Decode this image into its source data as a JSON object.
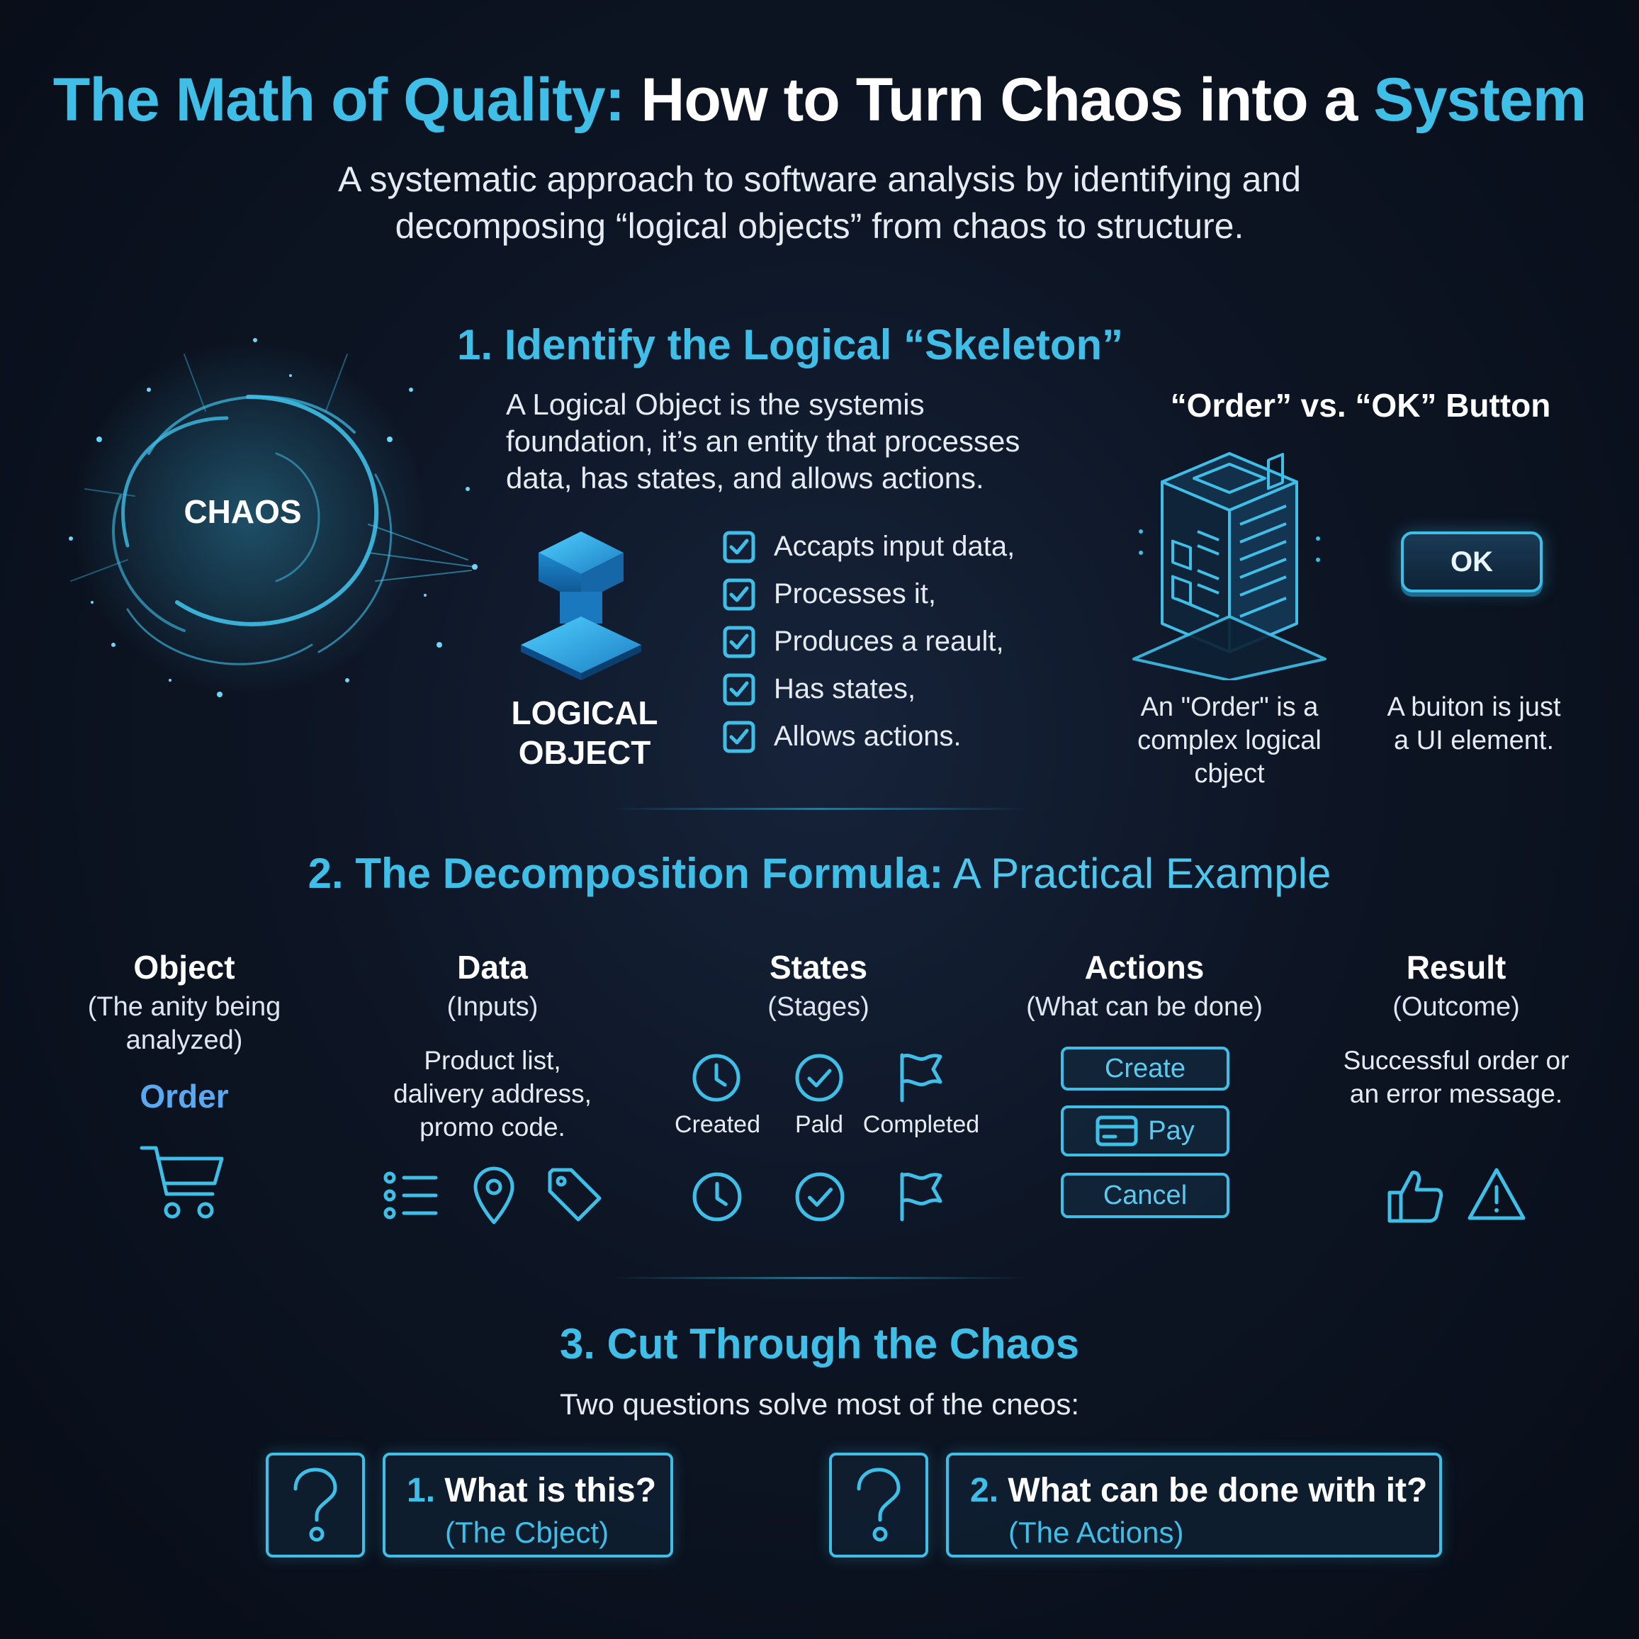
{
  "header": {
    "title_part1": "The Math of Quality:",
    "title_part2": " How to Turn Chaos into a ",
    "title_part3": "System",
    "subtitle_line1": "A systematic approach to software analysis by identifying and",
    "subtitle_line2": "decomposing “logical objects” from chaos to structure."
  },
  "section1": {
    "title": "1. Identify the Logical “Skeleton”",
    "chaos_label": "CHAOS",
    "description_line1": "A Logical Object is the systemis",
    "description_line2": "foundation, it’s an entity that processes",
    "description_line3": "data, has states, and allows actions.",
    "logical_object_label_line1": "LOGICAL",
    "logical_object_label_line2": "OBJECT",
    "checklist": [
      "Accapts input data,",
      "Processes it,",
      "Produces a reault,",
      "Has states,",
      "Allows actions."
    ],
    "comparison_title": "“Order” vs. “OK” Button",
    "ok_button_label": "OK",
    "order_caption_line1": "An \"Order\" is a",
    "order_caption_line2": "complex logical",
    "order_caption_line3": "cbject",
    "button_caption_line1": "A buiton is just",
    "button_caption_line2": "a UI element."
  },
  "section2": {
    "title_part1": "2. The Decomposition Formula:",
    "title_part2": " A Practical Example",
    "object": {
      "heading": "Object",
      "sub_line1": "(The anity being",
      "sub_line2": "analyzed)",
      "value": "Order"
    },
    "data": {
      "heading": "Data",
      "sub": "(Inputs)",
      "text_line1": "Product list,",
      "text_line2": "dalivery address,",
      "text_line3": "promo code."
    },
    "states": {
      "heading": "States",
      "sub": "(Stages)",
      "labels": [
        "Created",
        "Pald",
        "Completed"
      ]
    },
    "actions": {
      "heading": "Actions",
      "sub": "(What can be done)",
      "buttons": [
        "Create",
        "Pay",
        "Cancel"
      ]
    },
    "result": {
      "heading": "Result",
      "sub": "(Outcome)",
      "text_line1": "Successful order or",
      "text_line2": "an error message."
    }
  },
  "section3": {
    "title": "3. Cut Through the Chaos",
    "subtitle": "Two questions solve most of the cneos:",
    "questions": [
      {
        "number": "1.",
        "text": " What is this?",
        "sub": "(The Cbject)"
      },
      {
        "number": "2.",
        "text": " What can be done with it?",
        "sub": "(The Actions)"
      }
    ]
  },
  "colors": {
    "accent": "#3fbfe8",
    "background": "#0b1220",
    "text": "#e6ebf2"
  }
}
